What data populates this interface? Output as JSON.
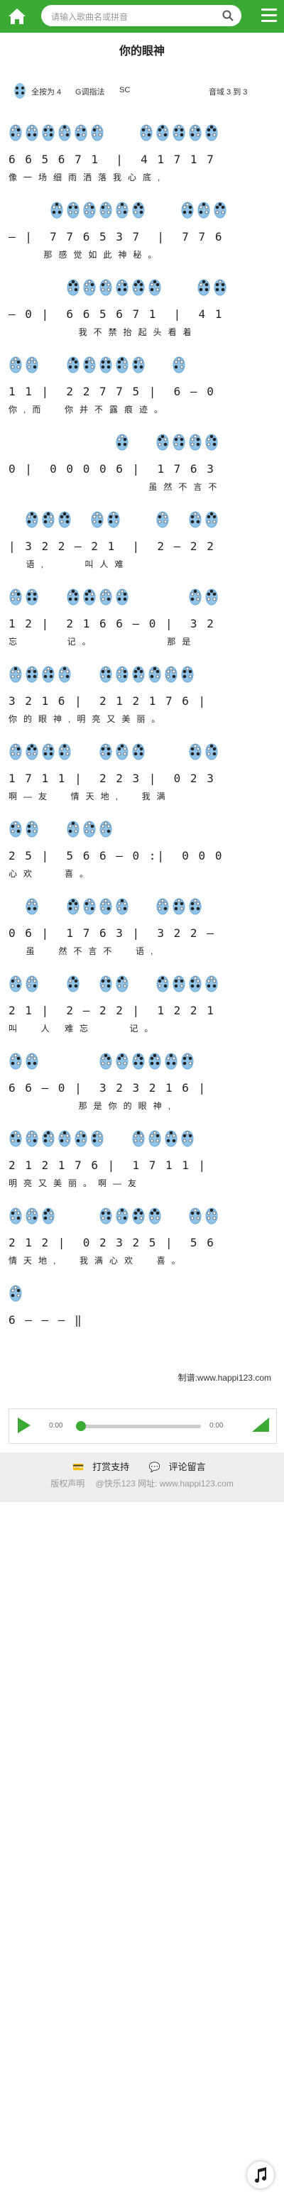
{
  "header": {
    "search_placeholder": "请输入歌曲名或拼音",
    "brand_color": "#3aaa35"
  },
  "song": {
    "title": "你的眼神",
    "tuning": "全按为 4",
    "key": "G调指法",
    "type": "SC",
    "range": "音域  3 到 3"
  },
  "score": [
    {
      "notes": "6 6 5 6 7 1  |  4 1 7 1 7",
      "lyric": "像一场细雨洒落我心底,"
    },
    {
      "notes": "— |  7 7 6 5 3 7  |  7 7 6",
      "lyric": "    那感觉如此神秘。"
    },
    {
      "notes": "— 0 |  6 6 5 6 7 1  |  4 1",
      "lyric": "        我不禁抬起头看着"
    },
    {
      "notes": "1 1 |  2 2 7 7 5 |  6 — 0",
      "lyric": "你,而  你并不露痕迹。"
    },
    {
      "notes": "0 |  0 0 0 0 6 |  1 7 6 3",
      "lyric": "                虽然不言不"
    },
    {
      "notes": "| 3 2 2 — 2 1  |  2 — 2 2",
      "lyric": "  语,    叫人难"
    },
    {
      "notes": "1 2 |  2 1 6 6 — 0 |  3 2",
      "lyric": "忘     记。        那是"
    },
    {
      "notes": "3 2 1 6 |  2 1 2 1 7 6 |",
      "lyric": "你的眼神,明亮又美丽。"
    },
    {
      "notes": "1 7 1 1 |  2 2 3 |  0 2 3",
      "lyric": "啊—友  情天地,  我满"
    },
    {
      "notes": "2 5 |  5 6 6 — 0 :|  0 0 0",
      "lyric": "心欢   喜。"
    },
    {
      "notes": "0 6 |  1 7 6 3 |  3 2 2 —",
      "lyric": "  虽  然不言不  语,"
    },
    {
      "notes": "2 1 |  2 — 2 2 |  1 2 2 1",
      "lyric": "叫  人 难忘    记。"
    },
    {
      "notes": "6 6 — 0 |  3 2 3 2 1 6 |",
      "lyric": "        那是你的眼神,"
    },
    {
      "notes": "2 1 2 1 7 6 |  1 7 1 1 |",
      "lyric": "明亮又美丽。啊—友"
    },
    {
      "notes": "2 1 2 |  0 2 3 2 5 |  5 6",
      "lyric": "情天地,  我满心欢  喜。"
    },
    {
      "notes": "6 — — — ‖",
      "lyric": ""
    }
  ],
  "credit": "制谱:www.happi123.com",
  "player": {
    "current_time": "0:00",
    "total_time": "0:00"
  },
  "footer": {
    "tip_label": "打赏支持",
    "comment_label": "评论留言",
    "copyright_label": "版权声明",
    "site_label": "@快乐123 网址: www.happi123.com"
  }
}
